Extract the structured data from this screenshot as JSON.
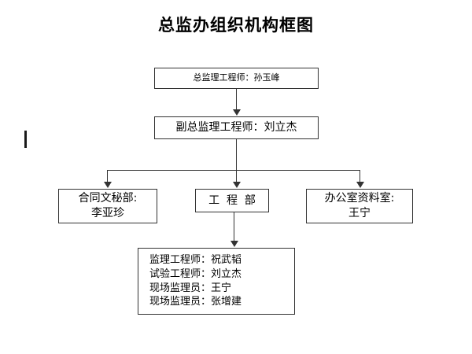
{
  "title": "总监办组织机构框图",
  "chart_data": {
    "type": "diagram",
    "diagram_kind": "organization-chart",
    "title": "总监办组织机构框图",
    "orientation": "top-down",
    "nodes": [
      {
        "id": "director",
        "level": 0,
        "lines": [
          "总监理工程师：孙玉峰"
        ],
        "role": "总监理工程师",
        "person": "孙玉峰"
      },
      {
        "id": "deputy",
        "level": 1,
        "lines": [
          "副总监理工程师：刘立杰"
        ],
        "role": "副总监理工程师",
        "person": "刘立杰"
      },
      {
        "id": "contract",
        "level": 2,
        "lines": [
          "合同文秘部:",
          "李亚珍"
        ],
        "role": "合同文秘部",
        "person": "李亚珍"
      },
      {
        "id": "engineering",
        "level": 2,
        "lines": [
          "工  程  部"
        ],
        "role": "工程部",
        "person": ""
      },
      {
        "id": "office",
        "level": 2,
        "lines": [
          "办公室资料室:",
          "王宁"
        ],
        "role": "办公室资料室",
        "person": "王宁"
      },
      {
        "id": "staff",
        "level": 3,
        "lines": [
          "监理工程师：祝武韬",
          "试验工程师：刘立杰",
          "现场监理员：王宁",
          "现场监理员：张增建"
        ],
        "members": [
          {
            "role": "监理工程师",
            "person": "祝武韬"
          },
          {
            "role": "试验工程师",
            "person": "刘立杰"
          },
          {
            "role": "现场监理员",
            "person": "王宁"
          },
          {
            "role": "现场监理员",
            "person": "张增建"
          }
        ]
      }
    ],
    "edges": [
      {
        "from": "director",
        "to": "deputy",
        "style": "arrow-down"
      },
      {
        "from": "deputy",
        "to": "contract",
        "style": "elbow-arrow-down"
      },
      {
        "from": "deputy",
        "to": "engineering",
        "style": "arrow-down"
      },
      {
        "from": "deputy",
        "to": "office",
        "style": "elbow-arrow-down"
      },
      {
        "from": "engineering",
        "to": "staff",
        "style": "arrow-down"
      }
    ],
    "colors": {
      "line": "#333333",
      "box_border": "#333333",
      "box_fill": "#ffffff",
      "text": "#000000",
      "background": "#ffffff"
    }
  }
}
